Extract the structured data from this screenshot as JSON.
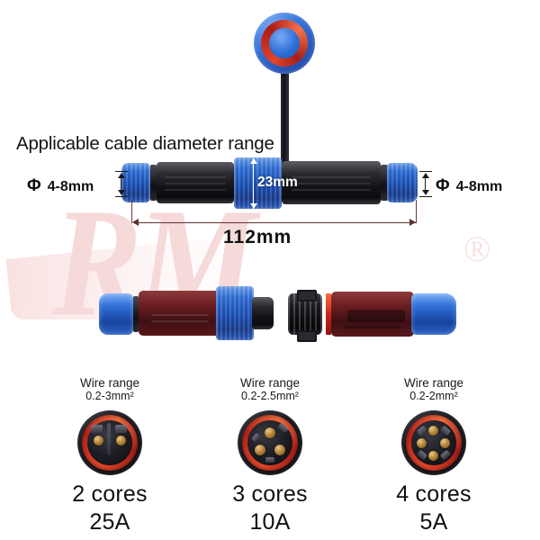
{
  "page": {
    "background_color": "#ffffff",
    "title_text": "Applicable cable diameter range"
  },
  "watermark": {
    "text": "RM",
    "registered_symbol": "®",
    "color": "#f6d9d9"
  },
  "dimensions": {
    "cable_diameter_left": {
      "symbol": "Φ",
      "value": "4-8mm"
    },
    "cable_diameter_right": {
      "symbol": "Φ",
      "value": "4-8mm"
    },
    "body_diameter": "23mm",
    "total_length": "112mm"
  },
  "core_specs": [
    {
      "wire_range_label": "Wire range",
      "wire_range_value": "0.2-3mm²",
      "cores_label": "2 cores",
      "current_rating": "25A",
      "terminal_count": 2
    },
    {
      "wire_range_label": "Wire range",
      "wire_range_value": "0.2-2.5mm²",
      "cores_label": "3 cores",
      "current_rating": "10A",
      "terminal_count": 3
    },
    {
      "wire_range_label": "Wire range",
      "wire_range_value": "0.2-2mm²",
      "cores_label": "4 cores",
      "current_rating": "5A",
      "terminal_count": 4
    }
  ],
  "product_images": {
    "dust_cap": "blue protective dust cap with red seal ring on tether",
    "assembled_connector": "assembled waterproof cable connector",
    "female_half": "female connector half",
    "male_half": "male connector half with threaded coupling"
  },
  "colors": {
    "blue": "#2f6fd8",
    "dark_blue": "#1b3f92",
    "black_body": "#141418",
    "red_seal": "#c4221a",
    "brass": "#b8863a",
    "text": "#141414"
  }
}
